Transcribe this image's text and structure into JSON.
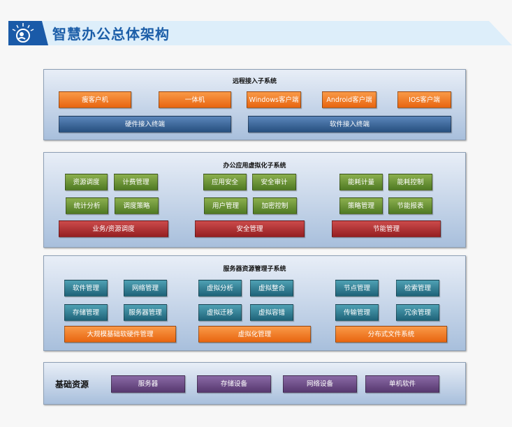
{
  "header": {
    "title": "智慧办公总体架构",
    "icon": "globe-person-icon"
  },
  "remote": {
    "title": "远程接入子系统",
    "clients": [
      "瘦客户机",
      "一体机",
      "Windows客户端",
      "Android客户端",
      "IOS客户端"
    ],
    "terminals": [
      "硬件接入终端",
      "软件接入终端"
    ]
  },
  "office": {
    "title": "办公应用虚拟化子系统",
    "row1": [
      "资源调度",
      "计费管理",
      "应用安全",
      "安全审计",
      "能耗计量",
      "能耗控制"
    ],
    "row2": [
      "统计分析",
      "调度策略",
      "用户管理",
      "加密控制",
      "策略管理",
      "节能报表"
    ],
    "groups": [
      "业务/资源调度",
      "安全管理",
      "节能管理"
    ]
  },
  "server": {
    "title": "服务器资源管理子系统",
    "row1": [
      "软件管理",
      "网络管理",
      "虚拟分析",
      "虚拟整合",
      "节点管理",
      "检索管理"
    ],
    "row2": [
      "存储管理",
      "服务器管理",
      "虚拟迁移",
      "虚拟容错",
      "传输管理",
      "冗余管理"
    ],
    "groups": [
      "大规模基础软硬件管理",
      "虚拟化管理",
      "分布式文件系统"
    ]
  },
  "base": {
    "title": "基础资源",
    "items": [
      "服务器",
      "存储设备",
      "网络设备",
      "单机软件"
    ]
  },
  "colors": {
    "orange": "#e86510",
    "blue": "#27507f",
    "green": "#4f7a24",
    "red": "#951f22",
    "teal": "#1f6379",
    "purple": "#57386f",
    "title": "#1c5ea8"
  }
}
